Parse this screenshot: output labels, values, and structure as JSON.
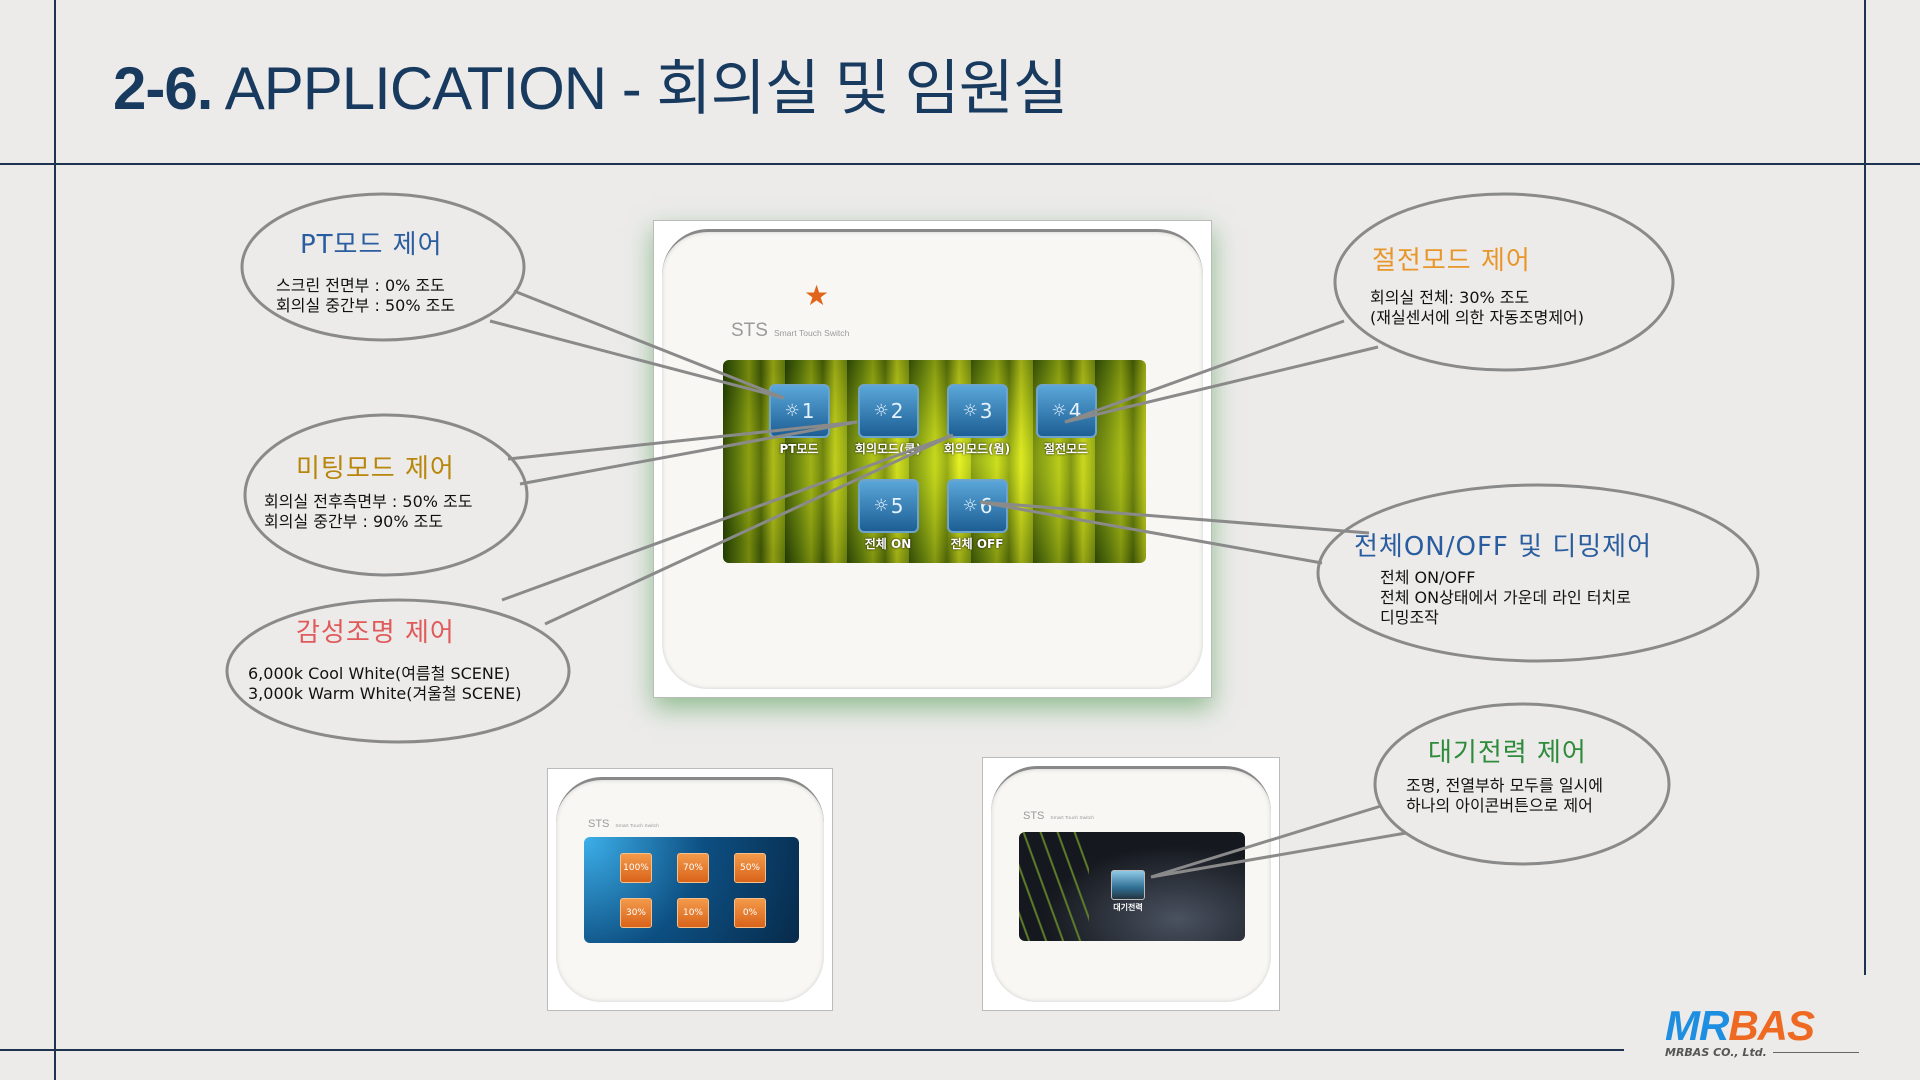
{
  "title": {
    "number": "2-6.",
    "text": "APPLICATION - 회의실 및 임원실"
  },
  "device": {
    "brand": "STS",
    "subtitle": "Smart Touch Switch",
    "buttons": [
      {
        "n": "1",
        "label": "PT모드"
      },
      {
        "n": "2",
        "label": "회의모드(쿨)"
      },
      {
        "n": "3",
        "label": "회의모드(웜)"
      },
      {
        "n": "4",
        "label": "절전모드"
      },
      {
        "n": "5",
        "label": "전체 ON"
      },
      {
        "n": "6",
        "label": "전체 OFF"
      }
    ]
  },
  "scene_device": {
    "brand": "STS",
    "subtitle": "Smart Touch Switch",
    "buttons": [
      "100%",
      "70%",
      "50%",
      "30%",
      "10%",
      "0%"
    ]
  },
  "standby_device": {
    "brand": "STS",
    "subtitle": "Smart Touch Switch",
    "icon_label": "대기전력"
  },
  "bubbles": [
    {
      "title": "PT모드 제어",
      "color": "#2a5d9f",
      "lines": [
        "스크린 전면부 : 0% 조도",
        "회의실 중간부 : 50% 조도"
      ]
    },
    {
      "title": "미팅모드 제어",
      "color": "#b8860b",
      "lines": [
        "회의실 전후측면부 : 50% 조도",
        "회의실 중간부 : 90% 조도"
      ]
    },
    {
      "title": "감성조명 제어",
      "color": "#e05a5a",
      "lines": [
        "6,000k Cool White(여름철 SCENE)",
        "3,000k Warm White(겨울철 SCENE)"
      ]
    },
    {
      "title": "절전모드 제어",
      "color": "#e8962a",
      "lines": [
        "회의실 전체: 30% 조도",
        "(재실센서에 의한 자동조명제어)"
      ]
    },
    {
      "title": "전체ON/OFF 및 디밍제어",
      "color": "#2a5d9f",
      "lines": [
        "전체 ON/OFF",
        "전체 ON상태에서 가운데 라인 터치로",
        "디밍조작"
      ]
    },
    {
      "title": "대기전력 제어",
      "color": "#2e8b3a",
      "lines": [
        "조명, 전열부하 모두를 일시에",
        "하나의 아이콘버튼으로 제어"
      ]
    }
  ],
  "logo": {
    "mr": "MR",
    "bas": "BAS",
    "company": "MRBAS CO., Ltd.",
    "mr_color": "#1e8fe0",
    "bas_color": "#ee6a22"
  }
}
